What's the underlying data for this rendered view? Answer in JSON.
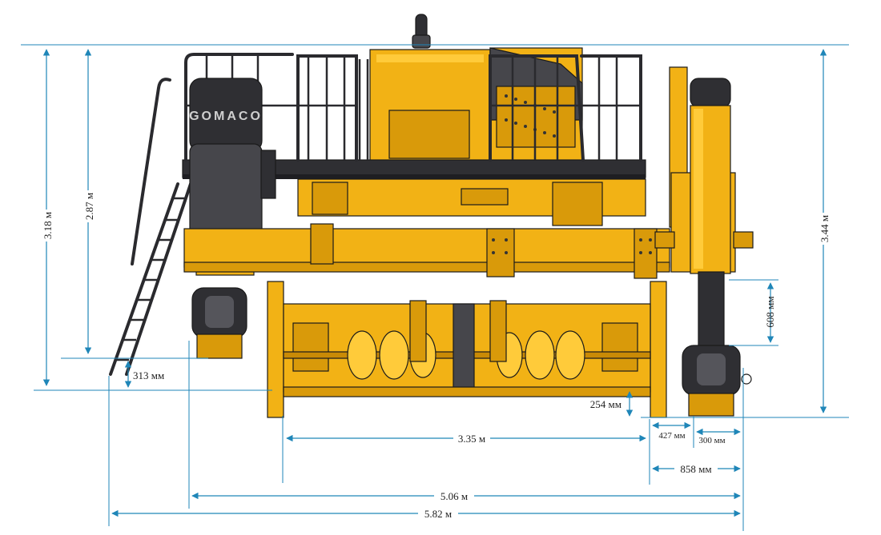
{
  "brand": "GOMACO",
  "dimensions": {
    "total_width": "5.82 м",
    "track_width": "5.06 м",
    "auger_width": "3.35 м",
    "right_track_offset": "858 мм",
    "right_gap": "427 мм",
    "track_pad_width": "300 мм",
    "height_to_top": "3.18 м",
    "height_to_rail": "2.87 м",
    "overall_height": "3.44 м",
    "ground_clearance_left": "313 мм",
    "auger_clearance": "254 мм",
    "leg_extension": "608 мм"
  },
  "colors": {
    "body_yellow": "#f2b215",
    "shadow_yellow": "#d99a0a",
    "dark_grey": "#2f2f33",
    "dimension_blue": "#1f86b8"
  }
}
